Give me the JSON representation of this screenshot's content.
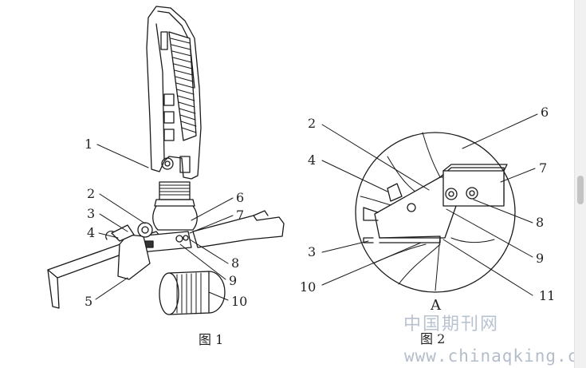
{
  "figure1": {
    "caption": "图 1",
    "callouts": [
      "1",
      "2",
      "3",
      "4",
      "5",
      "6",
      "7",
      "8",
      "9",
      "10"
    ]
  },
  "figure2": {
    "caption": "图 2",
    "view_letter": "A",
    "callouts": [
      "2",
      "6",
      "4",
      "7",
      "8",
      "3",
      "9",
      "10",
      "11"
    ]
  },
  "watermark": {
    "site_name": "中国期刊网",
    "url": "www.chinaqking.com"
  }
}
